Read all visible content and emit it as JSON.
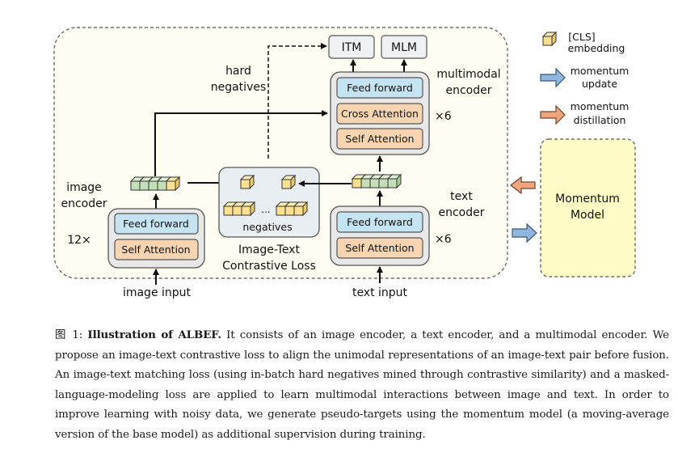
{
  "figure": {
    "legend": {
      "cls_label_1": "[CLS]",
      "cls_label_2": "embedding",
      "update_label_1": "momentum",
      "update_label_2": "update",
      "distill_label_1": "momentum",
      "distill_label_2": "distillation"
    },
    "heads": {
      "itm": "ITM",
      "mlm": "MLM"
    },
    "hard_negatives": [
      "hard",
      "negatives"
    ],
    "multimodal_encoder": {
      "label": [
        "multimodal",
        "encoder"
      ],
      "repeat": "×6",
      "layers": [
        "Feed forward",
        "Cross Attention",
        "Self Attention"
      ]
    },
    "image_encoder": {
      "label": [
        "image",
        "encoder"
      ],
      "repeat": "12×",
      "layers": [
        "Feed forward",
        "Self Attention"
      ],
      "input": "image input"
    },
    "text_encoder": {
      "label": [
        "text",
        "encoder"
      ],
      "repeat": "×6",
      "layers": [
        "Feed forward",
        "Self Attention"
      ],
      "input": "text input"
    },
    "itc": {
      "negatives": "negatives",
      "ellipsis": "...",
      "label": [
        "Image-Text",
        "Contrastive Loss"
      ]
    },
    "momentum_model": [
      "Momentum",
      "Model"
    ],
    "colors": {
      "panel_bg": "#fdfdf1",
      "feed_forward": "#c5e4f3",
      "attention": "#f8d5b0",
      "encoder_bg": "#e8e8e8",
      "head_bg": "#eef2f5",
      "itc_bg": "#e9eef2",
      "momentum_bg": "#fdfcc4",
      "green_token": "#c4dfb8",
      "cls_token": "#fbe08f",
      "blue_arrow": "#8fb6de",
      "orange_arrow": "#f0a57c"
    }
  },
  "caption": {
    "prefix": "图 1:",
    "title": "Illustration of ALBEF.",
    "body": "It consists of an image encoder, a text encoder, and a multimodal encoder. We propose an image-text contrastive loss to align the unimodal representations of an image-text pair before fusion. An image-text matching loss (using in-batch hard negatives mined through contrastive similarity) and a masked-language-modeling loss are applied to learn multimodal interactions between image and text. In order to improve learning with noisy data, we generate pseudo-targets using the momentum model (a moving-average version of the base model) as additional supervision during training."
  }
}
